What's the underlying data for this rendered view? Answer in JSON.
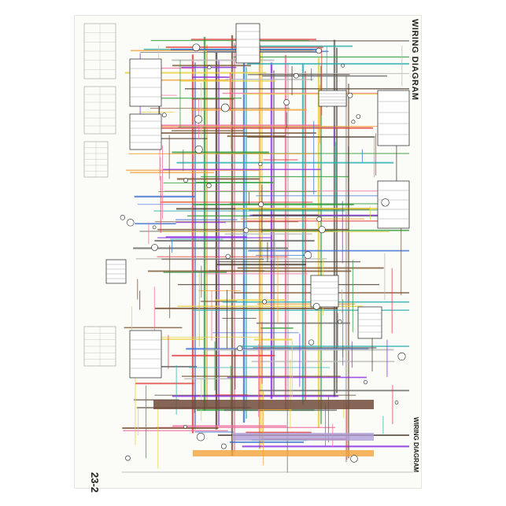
{
  "document": {
    "title": "WIRING DIAGRAM",
    "footer_title": "WIRING DIAGRAM",
    "page_number": "23-2"
  },
  "colors": {
    "page_bg": "#fbfbf7",
    "ink": "#222222",
    "wire_palette": [
      "#e23b3b",
      "#2f9e3a",
      "#4a3a2a",
      "#7a5230",
      "#3b6fd1",
      "#f2a33a",
      "#8a2be2",
      "#f06fa0",
      "#30b0b0",
      "#e8d23a",
      "#666666",
      "#b8b8b8"
    ]
  }
}
